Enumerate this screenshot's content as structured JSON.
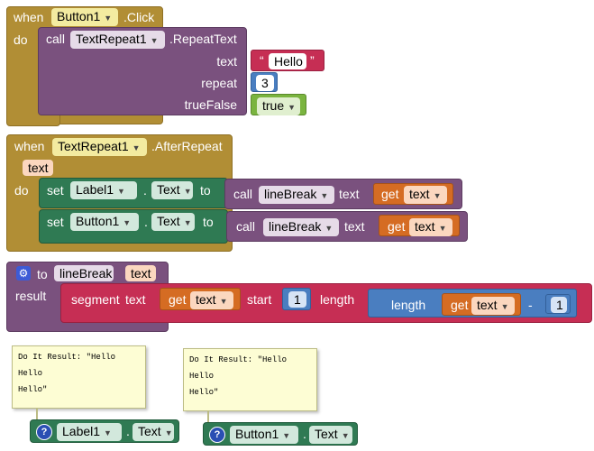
{
  "block1": {
    "when": "when",
    "component": "Button1",
    "event": ".Click",
    "do": "do",
    "call": "call",
    "method_component": "TextRepeat1",
    "method": ".RepeatText",
    "param_text": "text",
    "param_repeat": "repeat",
    "param_truefalse": "trueFalse",
    "quote_open": "“",
    "quote_close": "”",
    "text_value": "Hello",
    "repeat_value": "3",
    "bool_value": "true"
  },
  "block2": {
    "when": "when",
    "component": "TextRepeat1",
    "event": ".AfterRepeat",
    "event_param": "text",
    "do": "do",
    "row1": {
      "set": "set",
      "component": "Label1",
      "dot": ".",
      "property": "Text",
      "to": "to",
      "call": "call",
      "proc": "lineBreak",
      "arg": "text",
      "get": "get",
      "get_var": "text"
    },
    "row2": {
      "set": "set",
      "component": "Button1",
      "dot": ".",
      "property": "Text",
      "to": "to",
      "call": "call",
      "proc": "lineBreak",
      "arg": "text",
      "get": "get",
      "get_var": "text"
    }
  },
  "block3": {
    "to": "to",
    "proc_name": "lineBreak",
    "param": "text",
    "result": "result",
    "segment": "segment",
    "seg_text": "text",
    "get": "get",
    "get_var": "text",
    "start": "start",
    "start_value": "1",
    "length": "length",
    "length_fn": "length",
    "length_get": "get",
    "length_var": "text",
    "minus": "-",
    "minus_value": "1"
  },
  "bubble1": {
    "lines": [
      "Do It Result: \"Hello",
      "Hello",
      "Hello\""
    ]
  },
  "bubble2": {
    "lines": [
      "Do It Result: \"Hello",
      "Hello",
      "Hello\""
    ]
  },
  "getter1": {
    "component": "Label1",
    "dot": ".",
    "property": "Text",
    "icon": "?"
  },
  "getter2": {
    "component": "Button1",
    "dot": ".",
    "property": "Text",
    "icon": "?"
  },
  "colors": {
    "event": "#b18e35",
    "procedure_call": "#7a517e",
    "setter": "#2f7a53",
    "variable": "#d56c23",
    "math": "#4a7ec0",
    "logic": "#7ab43f",
    "text": "#c62e54"
  }
}
